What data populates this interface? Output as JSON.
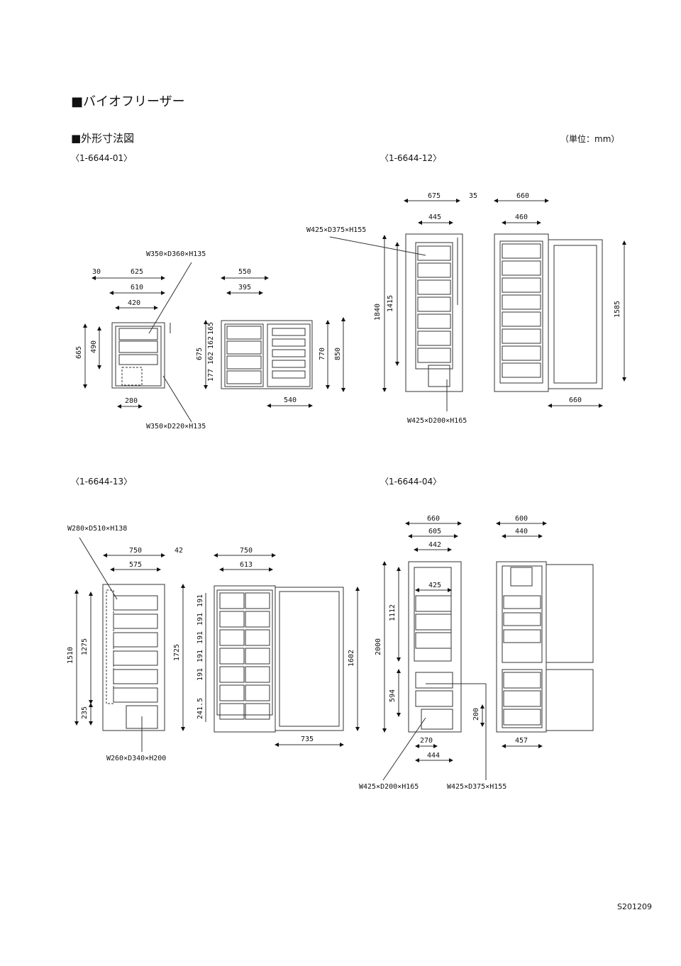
{
  "header": {
    "title": "■バイオフリーザー",
    "subtitle": "■外形寸法図",
    "unit": "（単位：mm）"
  },
  "models": {
    "a": "〈1-6644-01〉",
    "b": "〈1-6644-12〉",
    "c": "〈1-6644-13〉",
    "d": "〈1-6644-04〉"
  },
  "dims": {
    "a": {
      "d30": "30",
      "d625": "625",
      "d610": "610",
      "d420": "420",
      "d665": "665",
      "d490": "490",
      "d280": "280",
      "note_top": "W350×D360×H135",
      "note_bottom": "W350×D220×H135",
      "d550": "550",
      "d395": "395",
      "d675": "675",
      "d165": "165",
      "d162a": "162",
      "d162b": "162",
      "d177": "177",
      "d770": "770",
      "d850": "850",
      "d540": "540"
    },
    "b": {
      "d675": "675",
      "d35": "35",
      "d445": "445",
      "note_top": "W425×D375×H155",
      "d1840": "1840",
      "d1415": "1415",
      "note_bottom": "W425×D200×H165",
      "d660": "660",
      "d460": "460",
      "d1585": "1585",
      "d660b": "660"
    },
    "c": {
      "note_top": "W280×D510×H138",
      "d750": "750",
      "d42": "42",
      "d575": "575",
      "d1510": "1510",
      "d1275": "1275",
      "d235": "235",
      "d1725": "1725",
      "note_bottom": "W260×D340×H200",
      "d750b": "750",
      "d613": "613",
      "r1": "191",
      "r2": "191",
      "r3": "191",
      "r4": "191",
      "r5": "191",
      "r6": "241.5",
      "d1602": "1602",
      "d735": "735"
    },
    "d": {
      "d660": "660",
      "d605": "605",
      "d442": "442",
      "d425": "425",
      "d2000": "2000",
      "d1112": "1112",
      "d594": "594",
      "d270": "270",
      "d444": "444",
      "d200": "200",
      "note_bl": "W425×D200×H165",
      "note_br": "W425×D375×H155",
      "d600": "600",
      "d440": "440",
      "d457": "457"
    }
  },
  "footer": {
    "code": "S201209"
  }
}
